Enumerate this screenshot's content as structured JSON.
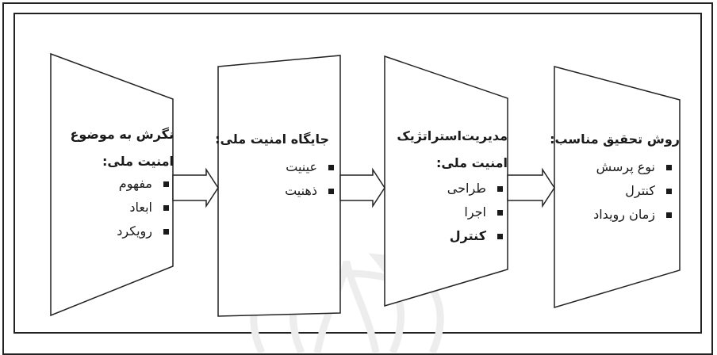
{
  "stages": [
    {
      "title_lines": [
        "نگرش به موضوع",
        "امنیت ملی:"
      ],
      "items": [
        "مفهوم",
        "ابعاد",
        "رویکرد"
      ]
    },
    {
      "title_lines": [
        "جایگاه امنیت ملی:"
      ],
      "items": [
        "عینیت",
        "ذهنیت"
      ]
    },
    {
      "title_lines": [
        "مدیریت‌استراتژیک",
        "امنیت ملی:"
      ],
      "items": [
        "طراحی",
        "اجرا",
        "کنترل"
      ],
      "bold_items": [
        2
      ]
    },
    {
      "title_lines": [
        "روش تحقیق مناسب:"
      ],
      "items": [
        "نوع پرسش",
        "کنترل",
        "زمان رویداد"
      ]
    }
  ],
  "colors": {
    "stroke": "#222222",
    "text": "#1a1a1a",
    "watermark": "#ededed",
    "background": "#ffffff"
  }
}
